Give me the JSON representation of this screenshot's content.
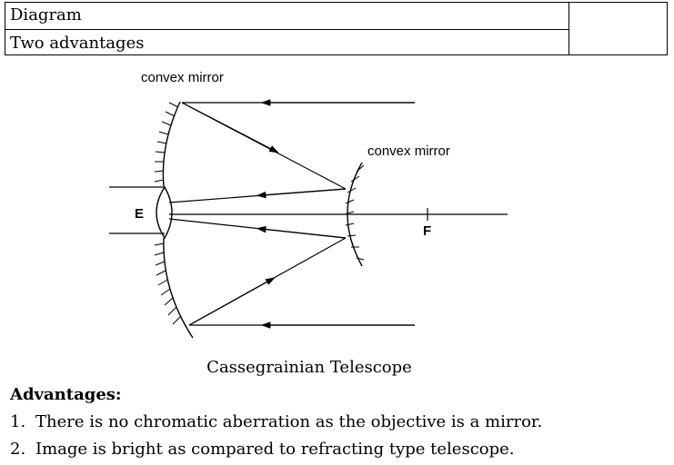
{
  "table": {
    "rows": [
      "Diagram",
      "Two advantages"
    ]
  },
  "diagram": {
    "primary_mirror_label": "convex mirror",
    "secondary_mirror_label": "convex mirror",
    "eyepiece_label": "E",
    "focus_label": "F",
    "caption": "Cassegrainian Telescope"
  },
  "advantages": {
    "heading": "Advantages:",
    "items": [
      {
        "num": "1.",
        "text": "There is no chromatic aberration as the objective is a mirror."
      },
      {
        "num": "2.",
        "text": "Image is bright as compared to refracting type telescope."
      }
    ]
  }
}
